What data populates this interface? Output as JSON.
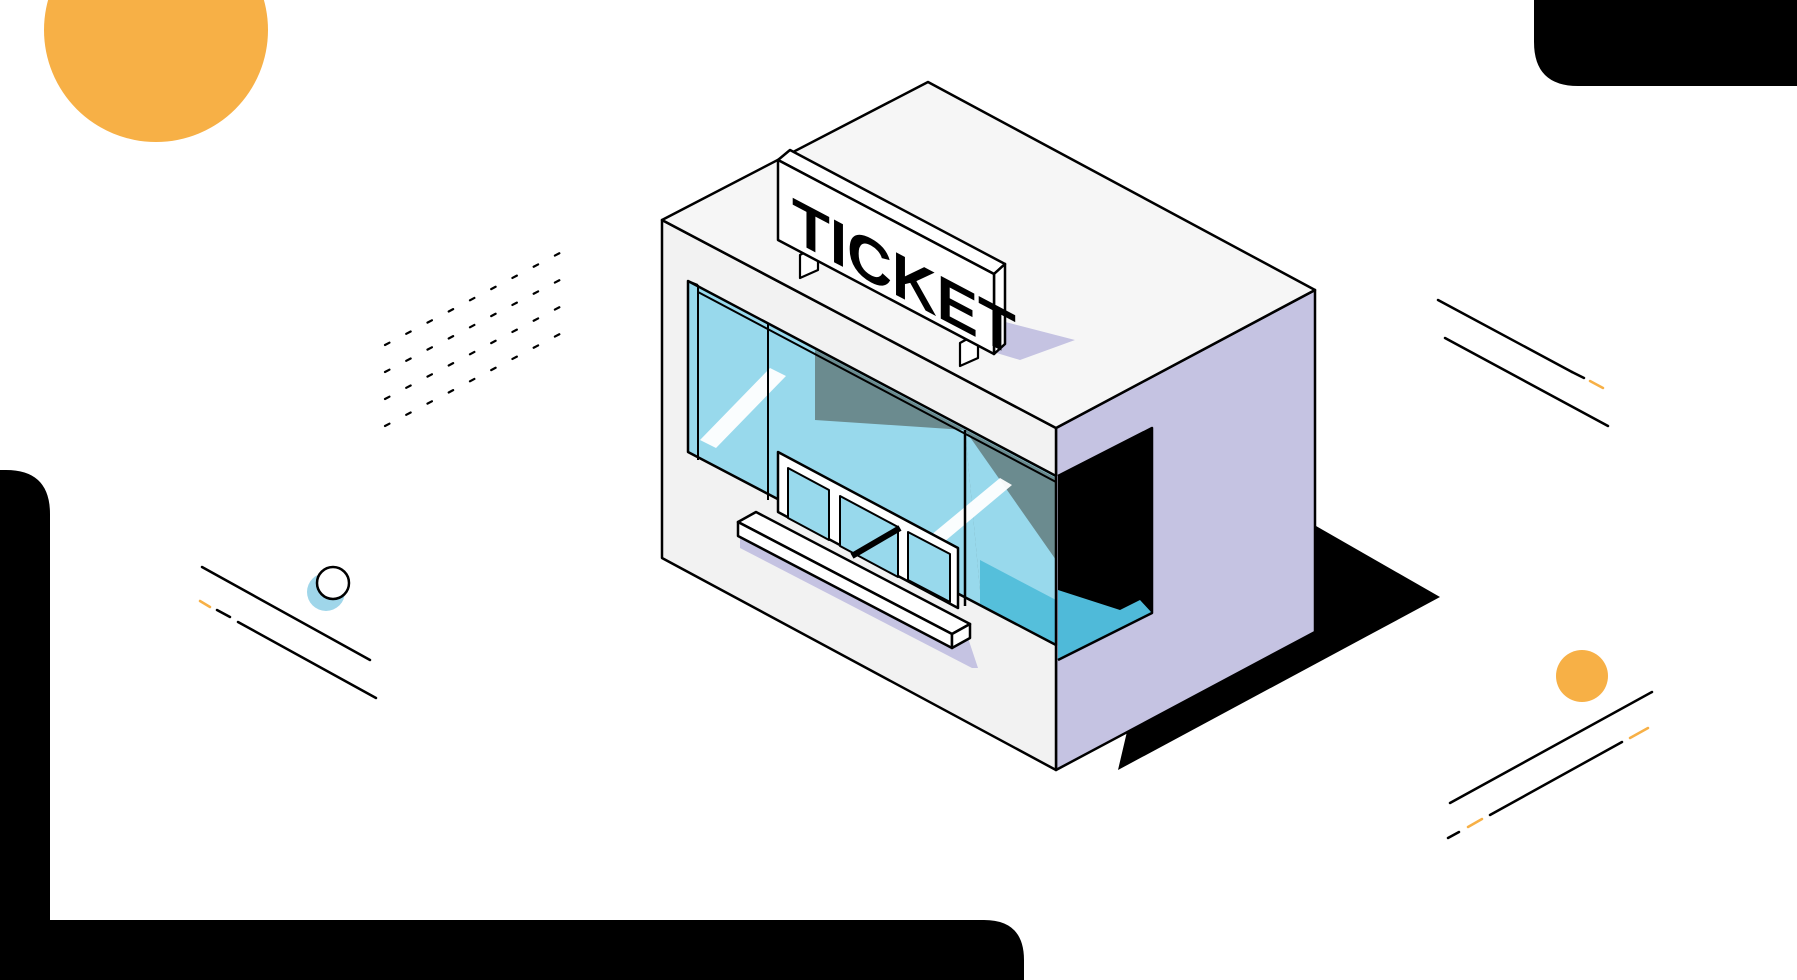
{
  "kiosk": {
    "sign_text": "TICKET"
  },
  "colors": {
    "background": "#ffffff",
    "outline": "#000000",
    "orange": "#f7b046",
    "lavender": "#c5c3e2",
    "glass_light": "#98d9ec",
    "glass_mid": "#55bfdb",
    "glass_dark": "#6b8b8f",
    "bubble_blue": "#9fd6ea"
  },
  "icons": {
    "ticket_kiosk": "isometric-ticket-booth",
    "sun_circle": "orange-circle",
    "small_dot": "orange-dot"
  }
}
